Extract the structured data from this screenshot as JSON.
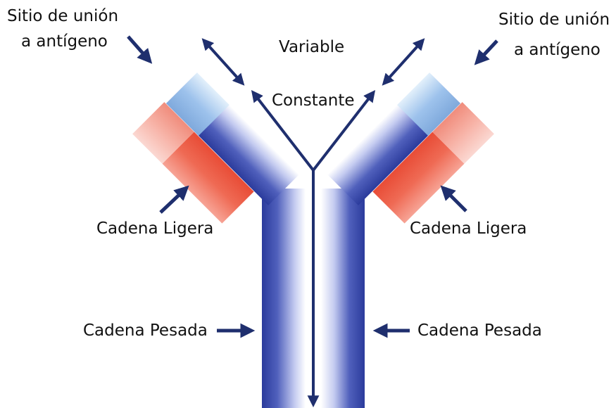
{
  "labels": {
    "binding_site_left": [
      "Sitio de unión",
      "a antígeno"
    ],
    "binding_site_right": [
      "Sitio de unión",
      "a antígeno"
    ],
    "variable": "Variable",
    "constant": "Constante",
    "light_chain_left": "Cadena Ligera",
    "light_chain_right": "Cadena Ligera",
    "heavy_chain_left": "Cadena Pesada",
    "heavy_chain_right": "Cadena Pesada"
  },
  "colors": {
    "arrow": "#1f2f6e",
    "heavy_chain_dark": "#2a3a9a",
    "heavy_chain_light": "#ffffff",
    "variable_region": "#8fb8e6",
    "light_chain_variable": "#f7b3a8",
    "light_chain_constant": "#ee5a45",
    "text": "#111111"
  }
}
